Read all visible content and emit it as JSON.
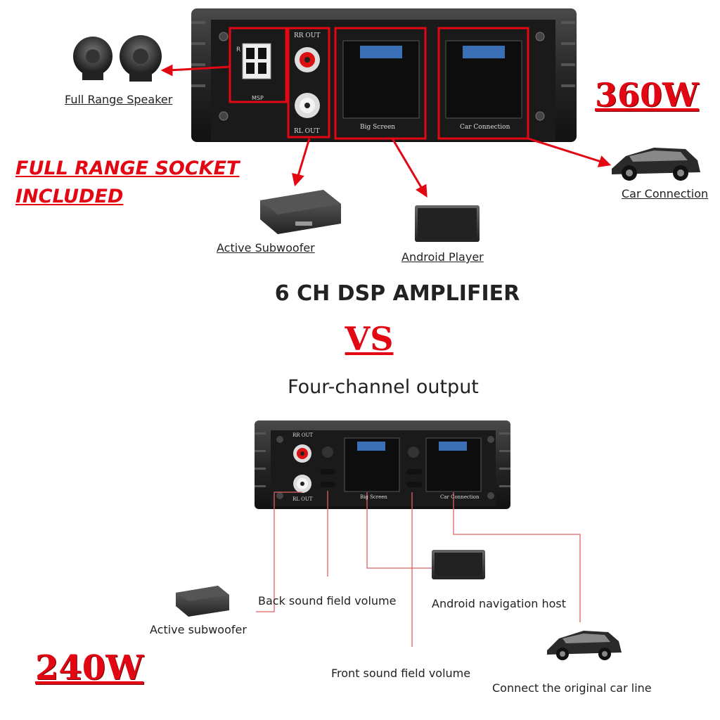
{
  "top": {
    "power": "360W",
    "socket_line1": "FULL RANGE SOCKET",
    "socket_line2": "INCLUDED",
    "labels": {
      "full_range_speaker": "Full Range Speaker",
      "active_subwoofer": "Active Subwoofer",
      "android_player": "Android Player",
      "car_connection": "Car Connection"
    },
    "panel": {
      "rr_out": "RR OUT",
      "rl_out": "RL OUT",
      "big_screen": "Big Screen",
      "car_connection": "Car Connection",
      "msp": "MSP",
      "r": "R"
    }
  },
  "title": "6 CH DSP AMPLIFIER",
  "vs": "VS",
  "subtitle": "Four-channel output",
  "bottom": {
    "power": "240W",
    "labels": {
      "back_sound": "Back sound field volume",
      "android_host": "Android navigation host",
      "active_subwoofer": "Active subwoofer",
      "front_sound": "Front sound field volume",
      "original_car_line": "Connect the original car line"
    },
    "panel": {
      "rr_out": "RR OUT",
      "rl_out": "RL OUT",
      "big_screen": "Big Screen",
      "car_connection": "Car Connection"
    }
  },
  "colors": {
    "accent": "#e30613",
    "amp_body": "#2a2a2a"
  }
}
